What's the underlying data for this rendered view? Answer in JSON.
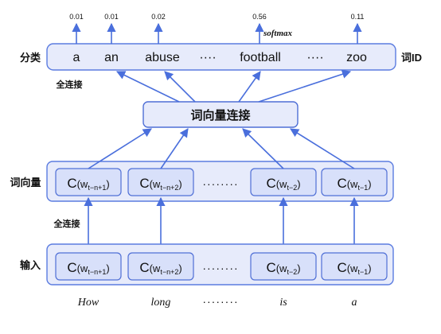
{
  "labels": {
    "classify": "分类",
    "word_id": "词ID",
    "fc_top": "全连接",
    "concat": "词向量连接",
    "word_vector": "词向量",
    "fc_bottom": "全连接",
    "input": "输入",
    "softmax": "softmax"
  },
  "vocab": [
    {
      "word": "a",
      "prob": "0.01"
    },
    {
      "word": "an",
      "prob": "0.01"
    },
    {
      "word": "abuse",
      "prob": "0.02"
    },
    {
      "word": "····",
      "prob": ""
    },
    {
      "word": "football",
      "prob": "0.56"
    },
    {
      "word": "····",
      "prob": ""
    },
    {
      "word": "zoo",
      "prob": "0.11"
    }
  ],
  "vector_cells": [
    {
      "c": "C",
      "w": "(w",
      "sub": "t−n+1",
      "close": ")"
    },
    {
      "c": "C",
      "w": "(w",
      "sub": "t−n+2",
      "close": ")"
    },
    {
      "c": "C",
      "w": "(w",
      "sub": "t−2",
      "close": ")"
    },
    {
      "c": "C",
      "w": "(w",
      "sub": "t−1",
      "close": ")"
    }
  ],
  "input_cells": [
    {
      "c": "C",
      "w": "(w",
      "sub": "t−n+1",
      "close": ")"
    },
    {
      "c": "C",
      "w": "(w",
      "sub": "t−n+2",
      "close": ")"
    },
    {
      "c": "C",
      "w": "(w",
      "sub": "t−2",
      "close": ")"
    },
    {
      "c": "C",
      "w": "(w",
      "sub": "t−1",
      "close": ")"
    }
  ],
  "cell_gap_dots": "········",
  "input_words": [
    "How",
    "long",
    "········",
    "is",
    "a"
  ],
  "colors": {
    "accent": "#4a6fdc",
    "band_fill": "#e7ebfb",
    "cell_fill": "#d8e0fa"
  }
}
